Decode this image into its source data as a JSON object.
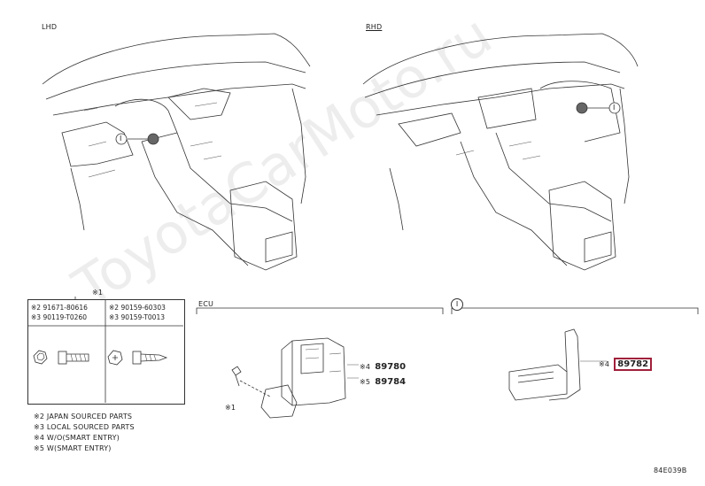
{
  "views": {
    "lhd_label": "LHD",
    "rhd_label": "RHD"
  },
  "callout": {
    "mark": "I"
  },
  "table": {
    "header": "※1",
    "left": [
      "※2 91671-80616",
      "※3 90119-T0260"
    ],
    "right": [
      "※2 90159-60303",
      "※3 90159-T0013"
    ]
  },
  "notes": [
    "※2 JAPAN SOURCED PARTS",
    "※3 LOCAL SOURCED PARTS",
    "※4 W/O(SMART ENTRY)",
    "※5 W(SMART ENTRY)"
  ],
  "ecu": {
    "title": "ECU",
    "screw_ref": "※1",
    "parts": [
      {
        "mark": "※4",
        "number": "89780"
      },
      {
        "mark": "※5",
        "number": "89784"
      }
    ]
  },
  "detail": {
    "mark": "I",
    "part": {
      "mark": "※4",
      "number": "89782"
    },
    "highlight_color": "#a0203a"
  },
  "figure_code": "84E039B",
  "watermark": "ToyotaCarMoto.ru"
}
